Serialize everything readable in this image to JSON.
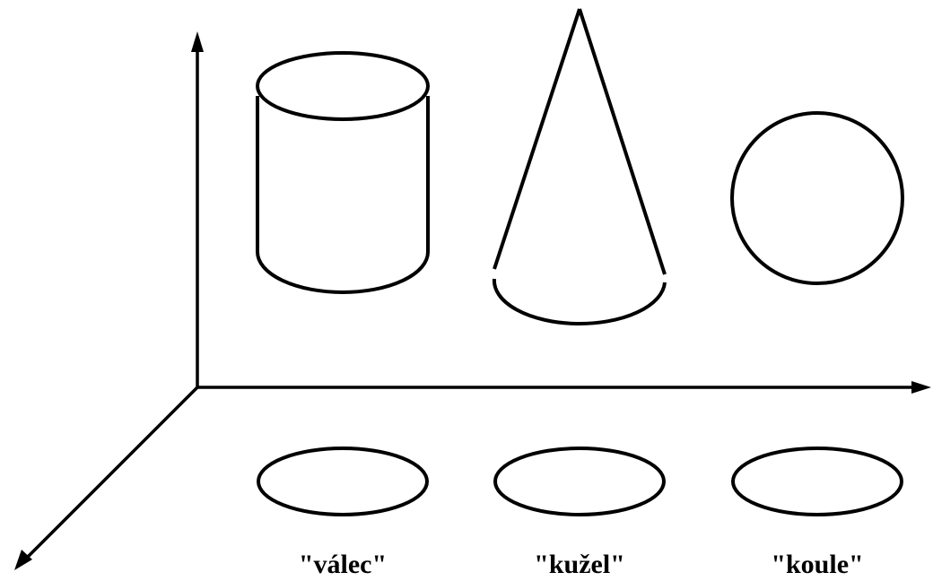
{
  "labels": {
    "cylinder": "\"válec\"",
    "cone": "\"kužel\"",
    "sphere": "\"koule\""
  },
  "colors": {
    "line": "#000000",
    "background": "#ffffff"
  }
}
